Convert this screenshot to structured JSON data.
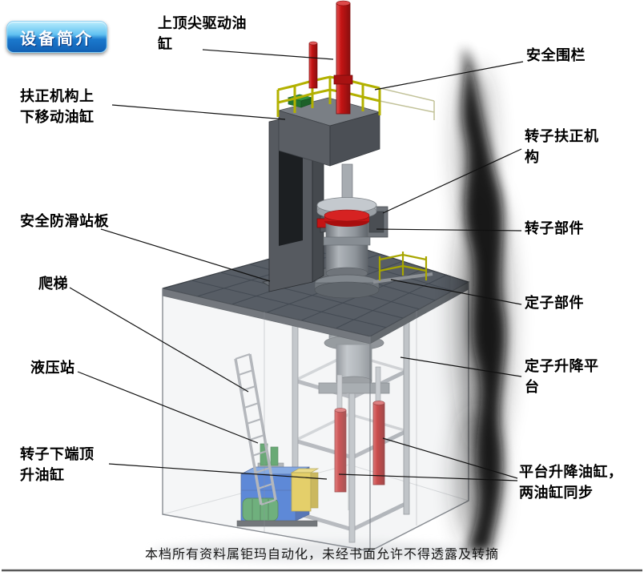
{
  "badge": {
    "text": "设备简介"
  },
  "labels": [
    {
      "name": "top-center-drive-cylinder",
      "text": "上顶尖驱动油缸"
    },
    {
      "name": "safety-fence",
      "text": "安全围栏"
    },
    {
      "name": "centering-updown-cylinder",
      "text": "扶正机构上下移动油缸"
    },
    {
      "name": "rotor-centering-mechanism",
      "text": "转子扶正机构"
    },
    {
      "name": "anti-slip-standing-board",
      "text": "安全防滑站板"
    },
    {
      "name": "rotor-component",
      "text": "转子部件"
    },
    {
      "name": "ladder",
      "text": "爬梯"
    },
    {
      "name": "stator-component",
      "text": "定子部件"
    },
    {
      "name": "hydraulic-station",
      "text": "液压站"
    },
    {
      "name": "stator-lift-platform",
      "text": "定子升降平台"
    },
    {
      "name": "rotor-bottom-jack-cylinder",
      "text": "转子下端顶升油缸"
    },
    {
      "name": "platform-lift-cylinders",
      "text": "平台升降油缸，两油缸同步"
    }
  ],
  "footer": {
    "watermark": "本档所有资料属钜玛自动化，未经书面允许不得透露及转摘"
  },
  "colors": {
    "badge_gradient_top": "#b9ecfc",
    "badge_gradient_bottom": "#1261b4",
    "cylinder_red": "#c41414",
    "railing_yellow": "#b3b100",
    "hydraulic_blue": "#1f5ed0",
    "pump_yellow": "#e6c52e",
    "motor_green": "#39984a",
    "machine_gray": "#6a6f76",
    "platform_gray": "#575d65"
  }
}
